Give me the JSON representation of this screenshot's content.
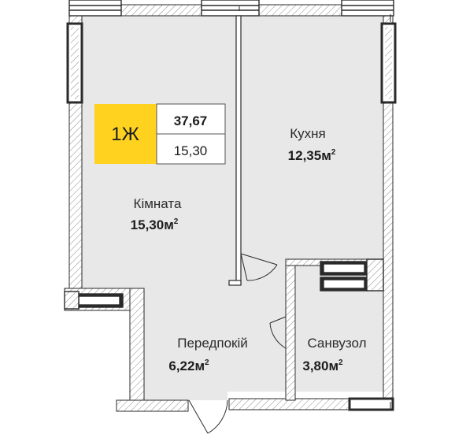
{
  "badge": {
    "code": "1Ж",
    "total_area": "37,67",
    "living_area": "15,30",
    "accent_color": "#ffd21f"
  },
  "rooms": [
    {
      "id": "kimnata",
      "name": "Кімната",
      "area": "15,30",
      "unit": "м",
      "sup": "2"
    },
    {
      "id": "kukhnia",
      "name": "Кухня",
      "area": "12,35",
      "unit": "м",
      "sup": "2"
    },
    {
      "id": "peredpokii",
      "name": "Передпокій",
      "area": "6,22",
      "unit": "м",
      "sup": "2"
    },
    {
      "id": "sanvuzol",
      "name": "Санвузол",
      "area": "3,80",
      "unit": "м",
      "sup": "2"
    }
  ],
  "colors": {
    "floor": "#e8e8e9",
    "wall_outline": "#2a2a2a",
    "wall_hatch": "#8a8a8a",
    "badge_border": "#555555"
  }
}
